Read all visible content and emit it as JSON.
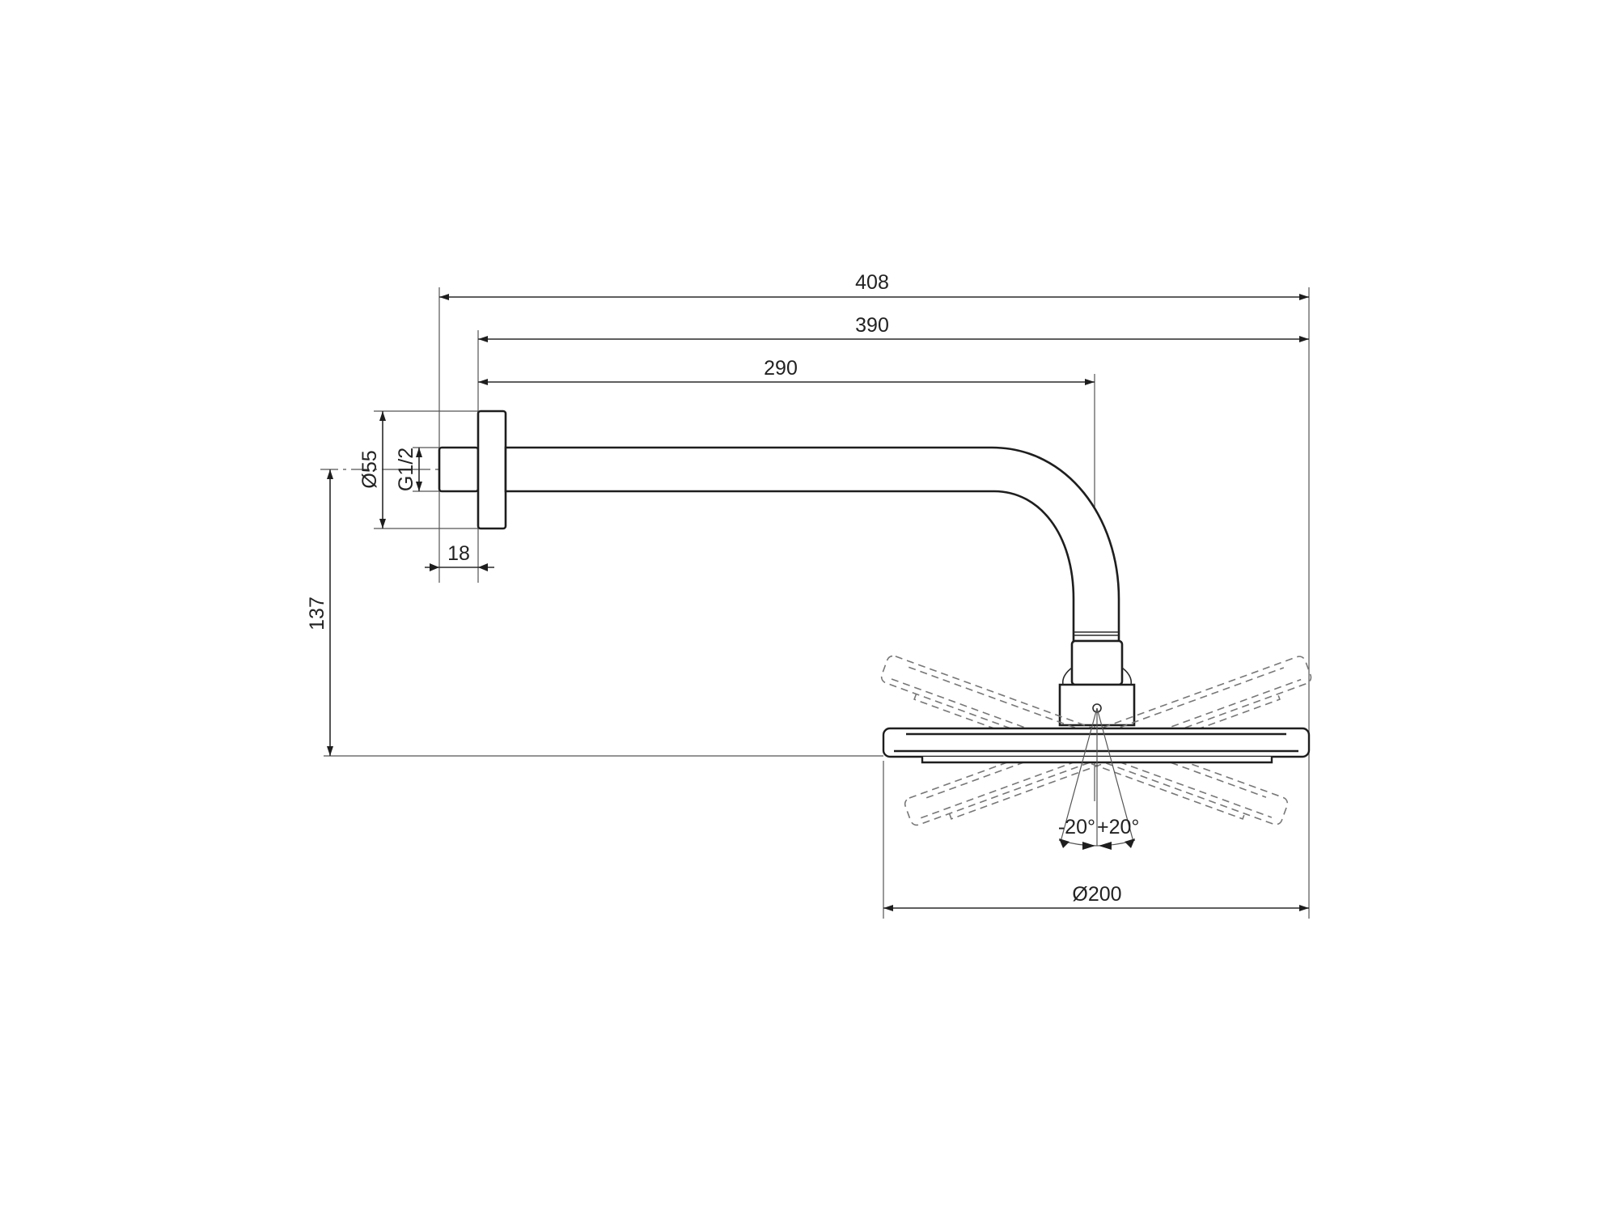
{
  "drawing": {
    "dimensions": {
      "overall_length": "408",
      "arm_length": "390",
      "arm_to_center": "290",
      "flange_diameter": "Ø55",
      "thread": "G1/2",
      "stub_depth": "18",
      "drop_height": "137",
      "head_diameter": "Ø200",
      "tilt_left": "-20°",
      "tilt_right": "+20°"
    },
    "colors": {
      "line": "#1e1e1e",
      "hidden": "#777777",
      "background": "#ffffff"
    }
  }
}
